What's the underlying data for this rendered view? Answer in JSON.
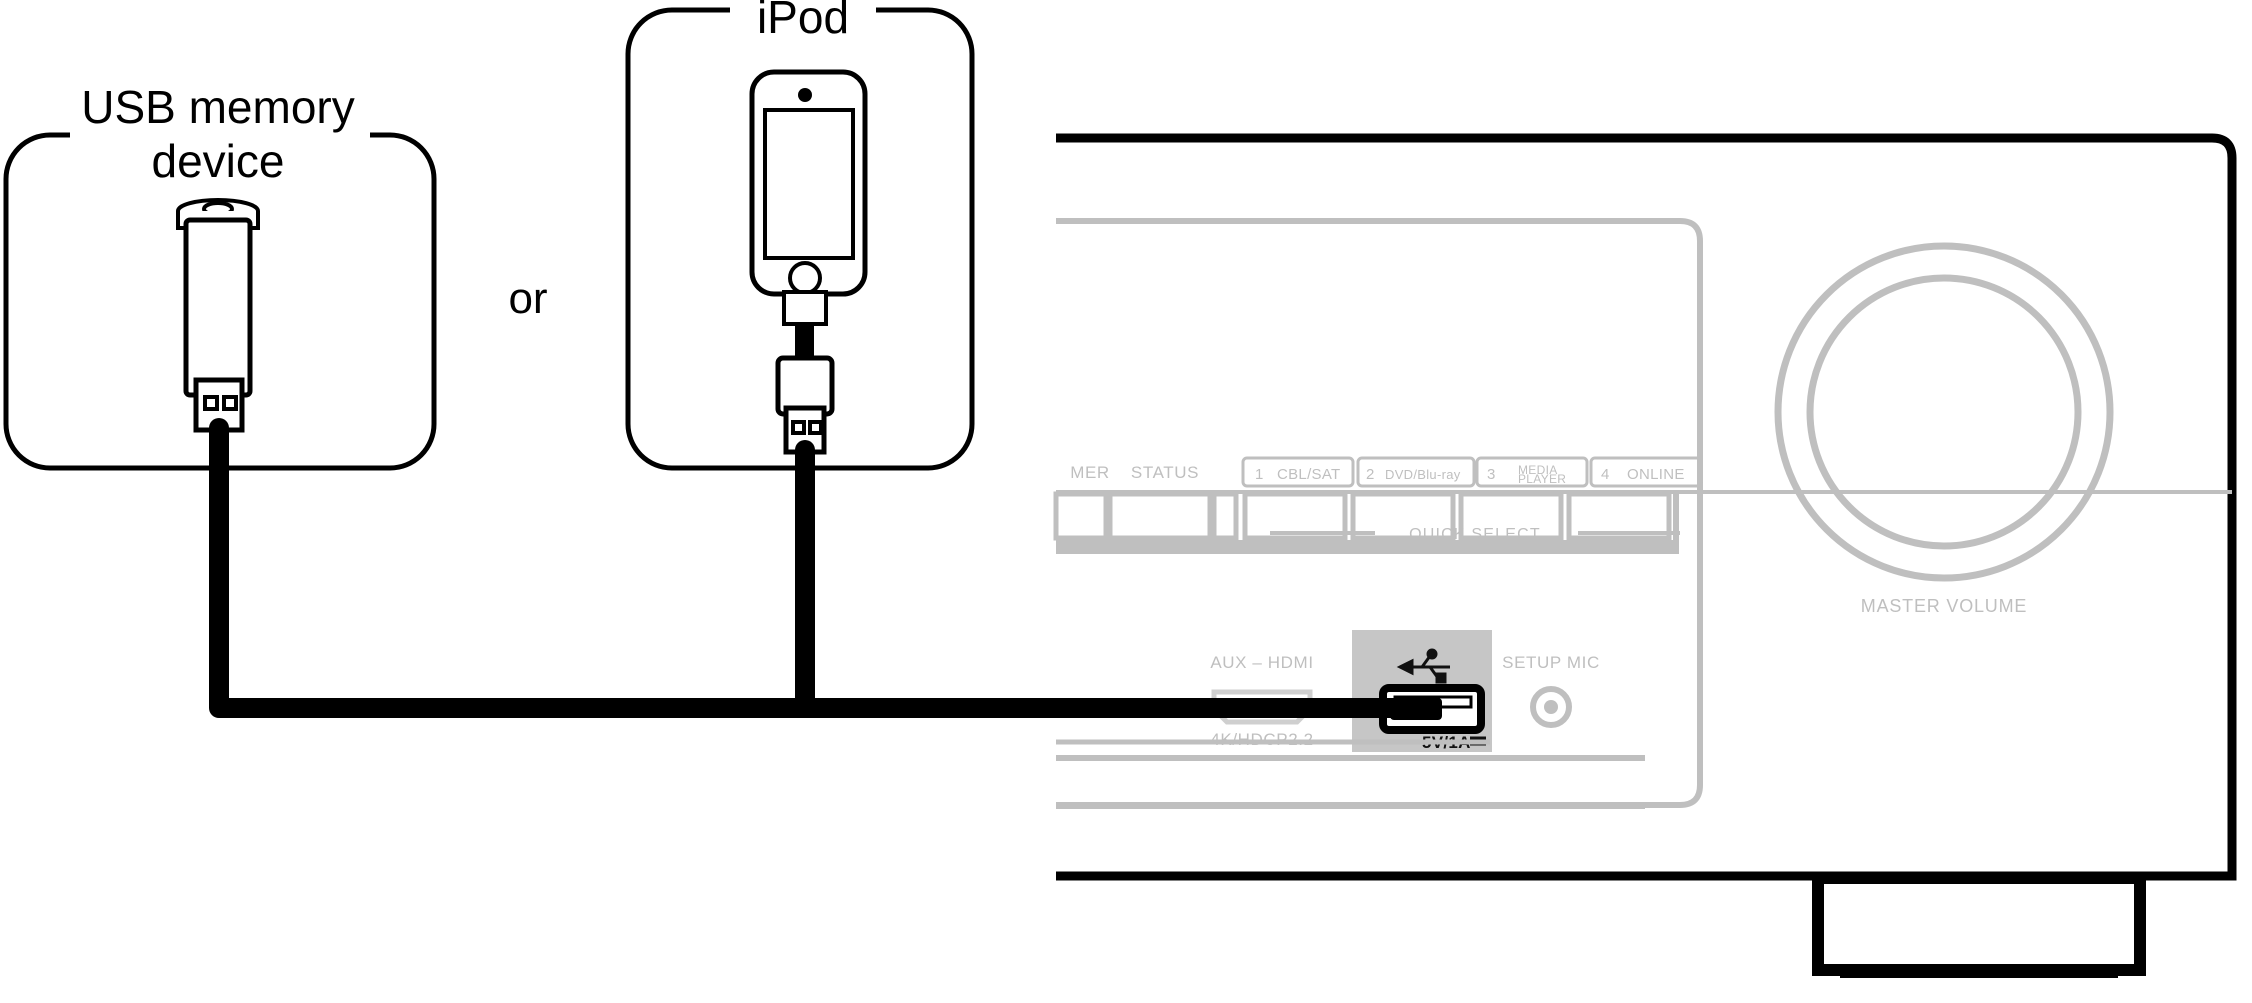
{
  "diagram": {
    "title_usb": "USB memory device",
    "title_ipod": "iPod",
    "conjunction": "or"
  },
  "sources": [
    {
      "id": "usb-memory-device",
      "label_line1": "USB memory",
      "label_line2": "device",
      "device": "usb-flash-drive"
    },
    {
      "id": "ipod",
      "label_line1": "iPod",
      "label_line2": "",
      "device": "ipod-with-cable"
    }
  ],
  "receiver": {
    "front_panel_labels": {
      "power": "MER",
      "status": "STATUS",
      "quick_select_group": "QUICK SELECT",
      "master_volume": "MASTER VOLUME"
    },
    "quick_select_buttons": [
      {
        "number": "1",
        "label": "CBL/SAT"
      },
      {
        "number": "2",
        "label": "DVD/Blu-ray"
      },
      {
        "number": "3",
        "label": "MEDIA PLAYER",
        "label_line1": "MEDIA",
        "label_line2": "PLAYER"
      },
      {
        "number": "4",
        "label": "ONLINE"
      }
    ],
    "ports": [
      {
        "id": "aux-hdmi-port",
        "label_top": "AUX – HDMI",
        "label_bottom": "4K/HDCP2.2",
        "highlighted": false,
        "icon": "hdmi-icon"
      },
      {
        "id": "usb-port",
        "label_top": "",
        "label_bottom": "5V/1A ⎓",
        "power_rating": "5V/1A",
        "highlighted": true,
        "icon": "usb-trident-icon",
        "highlight_color": "#c6c6c6"
      },
      {
        "id": "setup-mic-port",
        "label_top": "SETUP MIC",
        "label_bottom": "",
        "highlighted": false,
        "icon": "mic-jack-icon"
      }
    ]
  },
  "colors": {
    "outline": "#000000",
    "panel_gray": "#bfbfbf",
    "highlight_gray": "#c6c6c6",
    "background": "#ffffff"
  },
  "cable": {
    "description": "USB cable routed from devices into receiver USB port",
    "color": "#000000"
  }
}
